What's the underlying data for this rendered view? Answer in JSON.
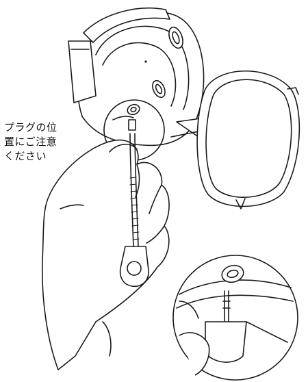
{
  "caption": {
    "lines": [
      "プラグの位",
      "置にご注意",
      "ください"
    ]
  },
  "colors": {
    "line": "#1a1a1a",
    "background": "#ffffff"
  }
}
